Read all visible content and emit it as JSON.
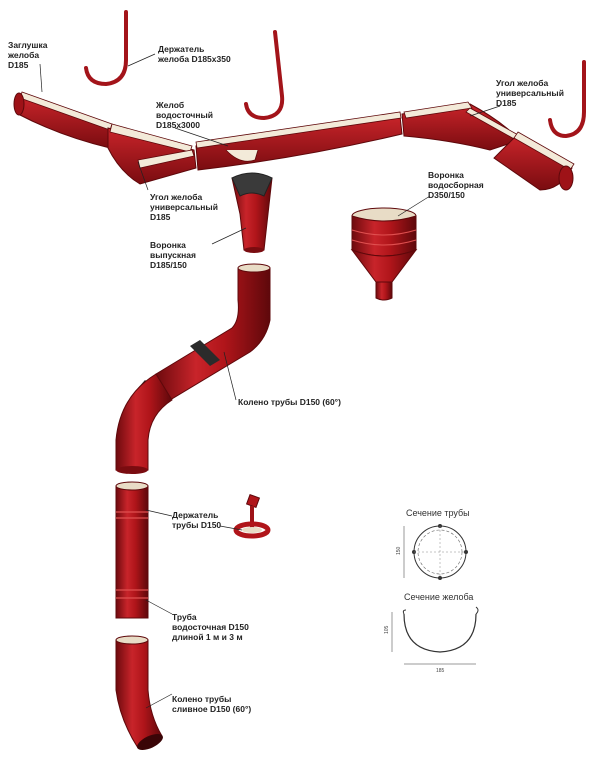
{
  "labels": {
    "end_cap": "Заглушка\nжелоба\nD185",
    "gutter_holder": "Держатель\nжелоба D185x350",
    "gutter_corner_right": "Угол желоба\nуниверсальный\nD185",
    "gutter": "Желоб\nводосточный\nD185x3000",
    "funnel_collector": "Воронка\nводосборная\nD350/150",
    "gutter_corner_left": "Угол желоба\nуниверсальный\nD185",
    "outlet_funnel": "Воронка\nвыпускная\nD185/150",
    "pipe_elbow": "Колено трубы D150 (60°)",
    "pipe_holder": "Держатель\nтрубы D150",
    "pipe": "Труба\nводосточная D150\nдлиной 1 м и 3 м",
    "drain_elbow": "Колено трубы\nсливное D150 (60°)"
  },
  "sections": {
    "pipe_title": "Сечение трубы",
    "pipe_dim": "150",
    "gutter_title": "Сечение желоба",
    "gutter_height": "105",
    "gutter_width": "185"
  },
  "colors": {
    "red": "#b0151a",
    "red_dark": "#7a0c10",
    "red_light": "#d8383a",
    "inner": "#f3ead9",
    "line": "#222222"
  }
}
